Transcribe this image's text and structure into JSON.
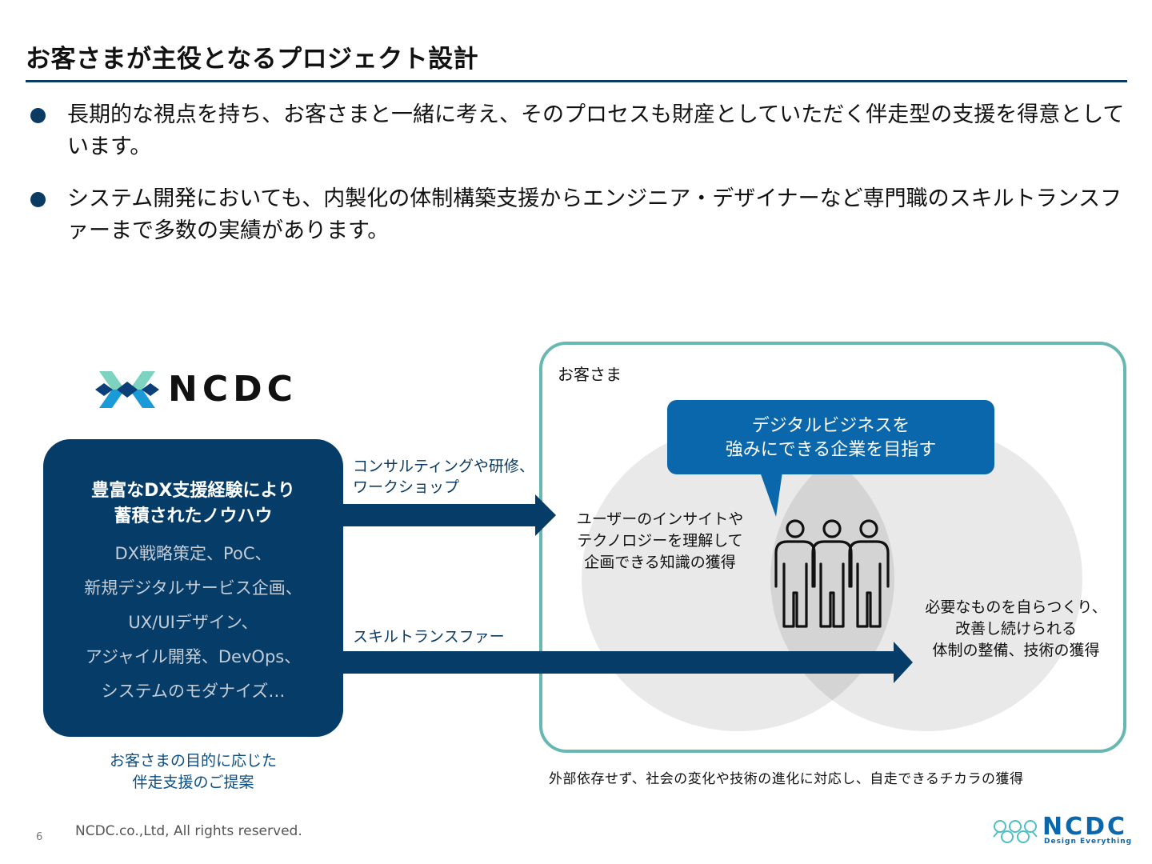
{
  "header": {
    "title": "お客さまが主役となるプロジェクト設計"
  },
  "bullets": [
    {
      "text": "長期的な視点を持ち、お客さまと一緒に考え、そのプロセスも財産としていただく伴走型の支援を得意としています。"
    },
    {
      "text": "システム開発においても、内製化の体制構築支援からエンジニア・デザイナーなど専門職のスキルトランスファーまで多数の実績があります。"
    }
  ],
  "diagram": {
    "brand": "NCDC",
    "knowhow": {
      "title_line1": "豊富なDX支援経験により",
      "title_line2": "蓄積されたノウハウ",
      "services": [
        "DX戦略策定、PoC、",
        "新規デジタルサービス企画、",
        "UX/UIデザイン、",
        "アジャイル開発、DevOps、",
        "システムのモダナイズ…"
      ]
    },
    "proposal_line1": "お客さまの目的に応じた",
    "proposal_line2": "伴走支援のご提案",
    "arrow1_label_line1": "コンサルティングや研修、",
    "arrow1_label_line2": "ワークショップ",
    "arrow2_label": "スキルトランスファー",
    "customer_label": "お客さま",
    "goal_line1": "デジタルビジネスを",
    "goal_line2": "強みにできる企業を目指す",
    "left_circle_line1": "ユーザーのインサイトや",
    "left_circle_line2": "テクノロジーを理解して",
    "left_circle_line3": "企画できる知識の獲得",
    "right_circle_line1": "必要なものを自らつくり、",
    "right_circle_line2": "改善し続けられる",
    "right_circle_line3": "体制の整備、技術の獲得",
    "bottom_text": "外部依存せず、社会の変化や技術の進化に対応し、自走できるチカラの獲得"
  },
  "footer": {
    "page_number": "6",
    "copyright": "NCDC.co.,Ltd, All rights reserved.",
    "logo_text": "NCDC",
    "tagline": "Design Everything"
  },
  "colors": {
    "navy": "#053d68",
    "blue": "#0a67ac",
    "teal": "#66b8b0",
    "logo_green": "#7dd3c0",
    "logo_blue": "#1a9bd7"
  }
}
